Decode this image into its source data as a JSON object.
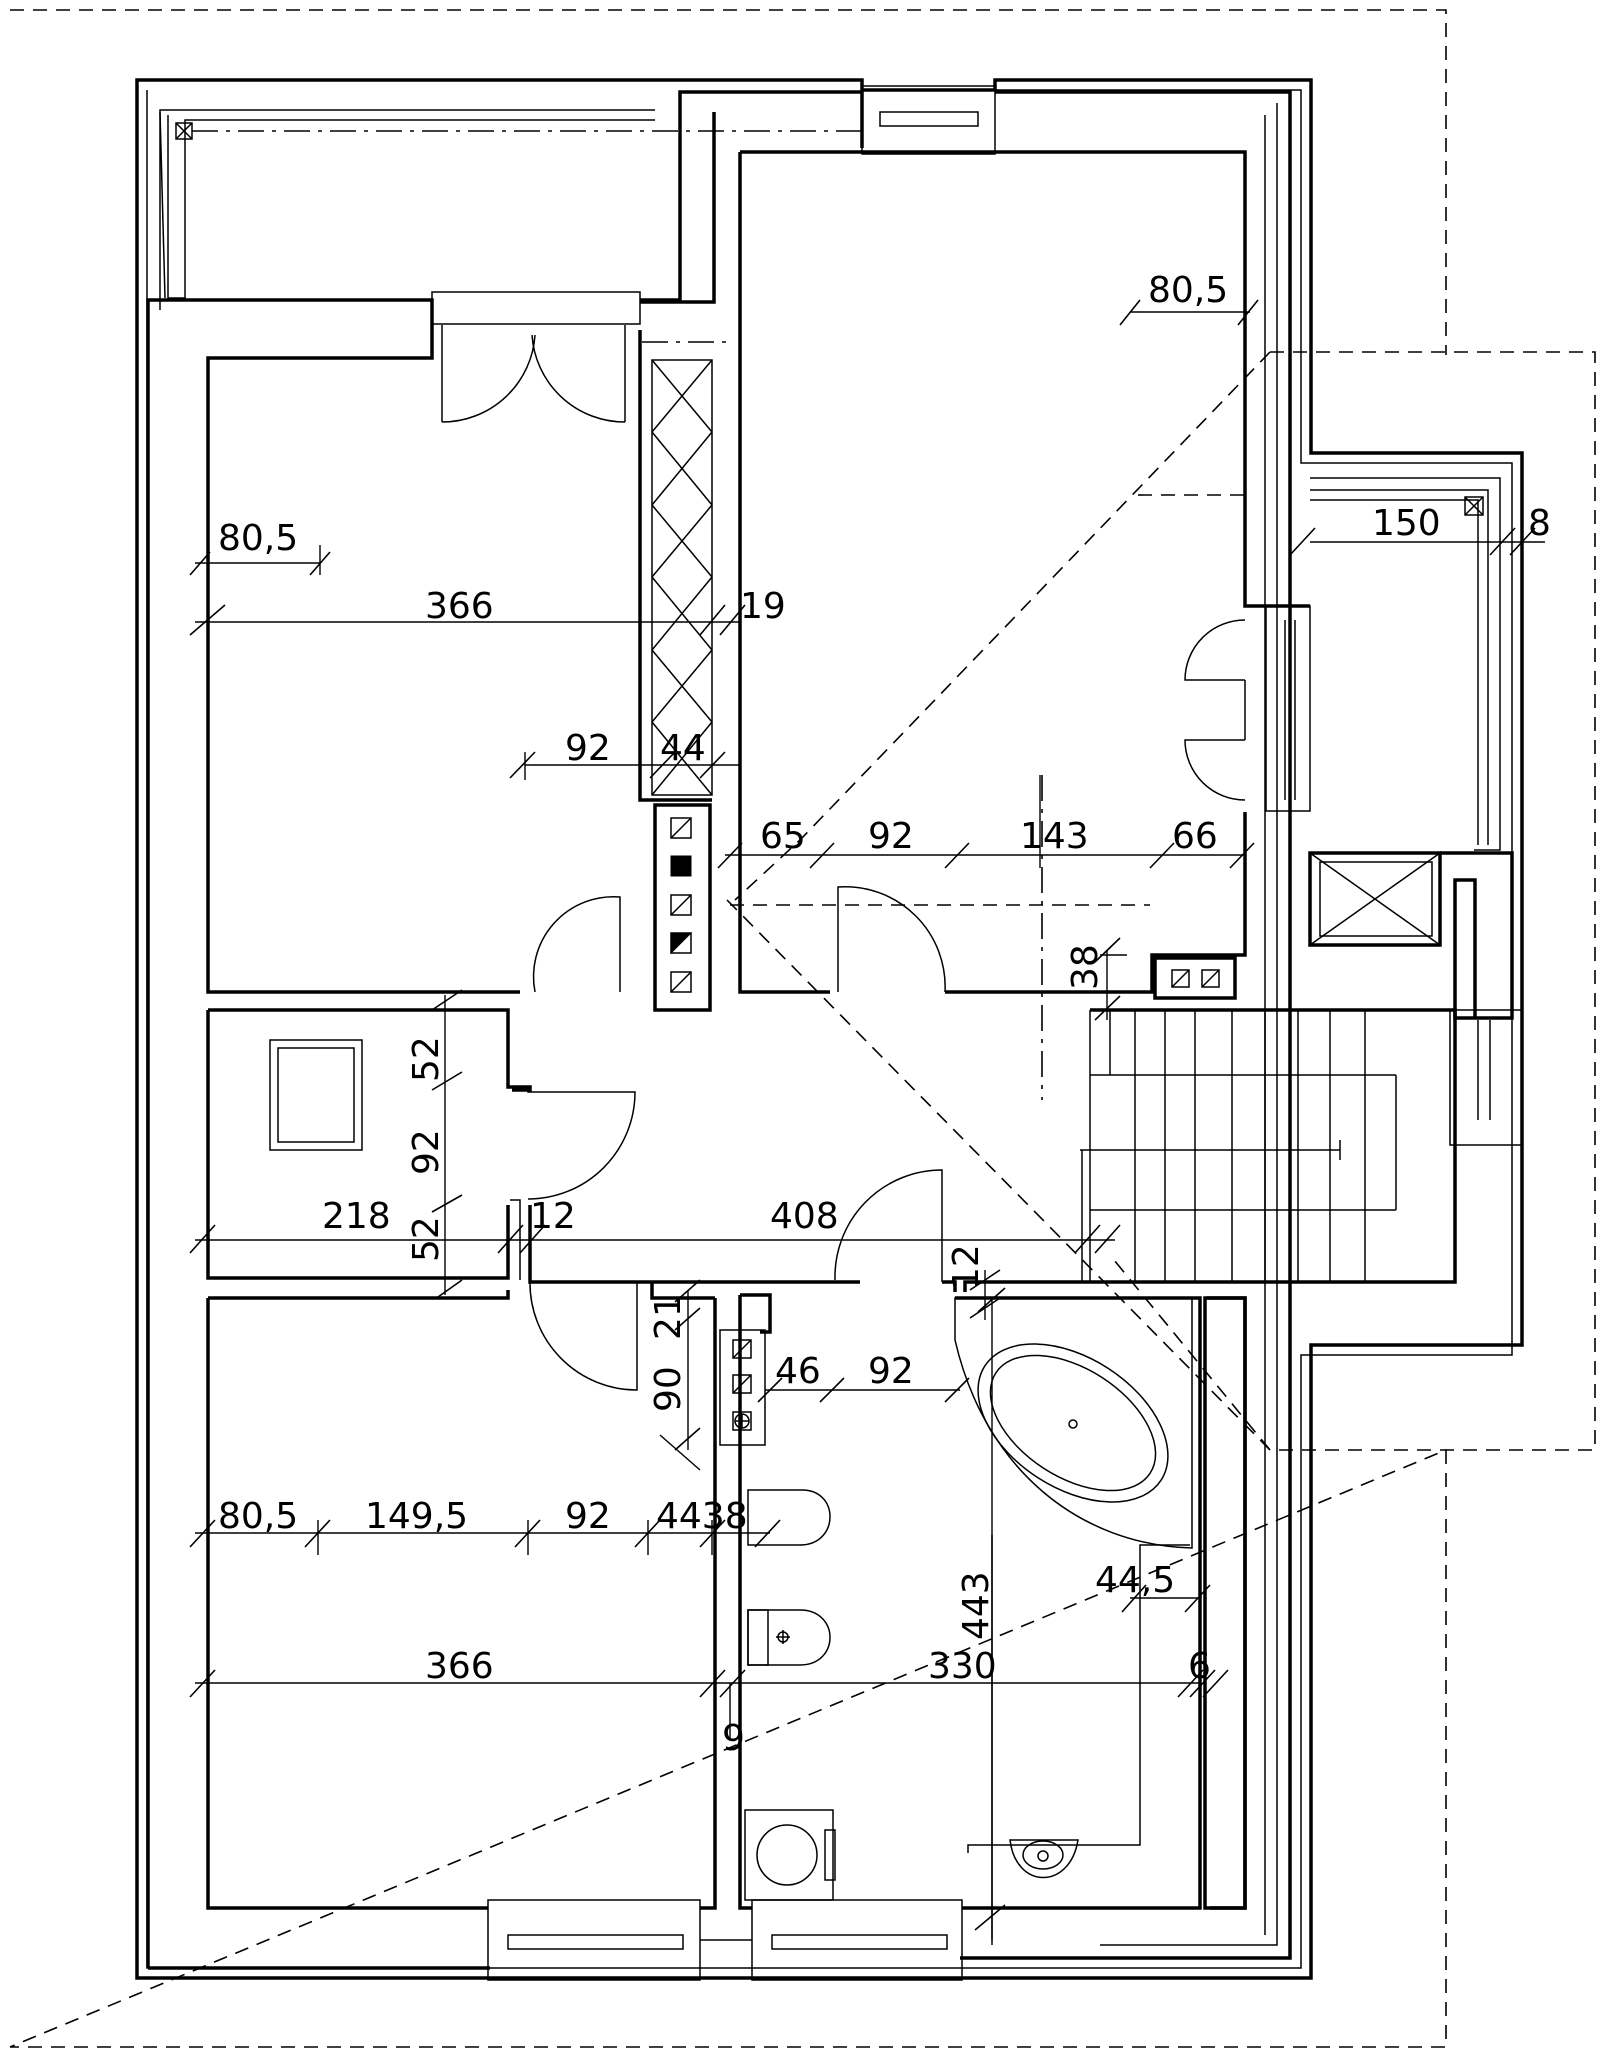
{
  "plan": {
    "dimension_labels": [
      {
        "id": "dim-80-5-right-room",
        "text": "80,5"
      },
      {
        "id": "dim-80-5-left-room",
        "text": "80,5"
      },
      {
        "id": "dim-366-upper",
        "text": "366"
      },
      {
        "id": "dim-19",
        "text": "19"
      },
      {
        "id": "dim-92-wardrobe",
        "text": "92"
      },
      {
        "id": "dim-44-wardrobe",
        "text": "44"
      },
      {
        "id": "dim-65",
        "text": "65"
      },
      {
        "id": "dim-92-mid",
        "text": "92"
      },
      {
        "id": "dim-143",
        "text": "143"
      },
      {
        "id": "dim-66",
        "text": "66"
      },
      {
        "id": "dim-150",
        "text": "150"
      },
      {
        "id": "dim-8",
        "text": "8"
      },
      {
        "id": "dim-38-stairs",
        "text": "38"
      },
      {
        "id": "dim-52-top",
        "text": "52"
      },
      {
        "id": "dim-92-vertical",
        "text": "92"
      },
      {
        "id": "dim-52-bottom",
        "text": "52"
      },
      {
        "id": "dim-218",
        "text": "218"
      },
      {
        "id": "dim-12-left",
        "text": "12"
      },
      {
        "id": "dim-408",
        "text": "408"
      },
      {
        "id": "dim-12-right",
        "text": "12"
      },
      {
        "id": "dim-21",
        "text": "21"
      },
      {
        "id": "dim-90",
        "text": "90"
      },
      {
        "id": "dim-46",
        "text": "46"
      },
      {
        "id": "dim-92-bath",
        "text": "92"
      },
      {
        "id": "dim-80-5-lower",
        "text": "80,5"
      },
      {
        "id": "dim-149-5",
        "text": "149,5"
      },
      {
        "id": "dim-92-lower",
        "text": "92"
      },
      {
        "id": "dim-44-38",
        "text": "4438"
      },
      {
        "id": "dim-443",
        "text": "443"
      },
      {
        "id": "dim-44-5",
        "text": "44,5"
      },
      {
        "id": "dim-366-lower",
        "text": "366"
      },
      {
        "id": "dim-330",
        "text": "330"
      },
      {
        "id": "dim-6",
        "text": "6"
      },
      {
        "id": "dim-9",
        "text": "9"
      }
    ]
  }
}
